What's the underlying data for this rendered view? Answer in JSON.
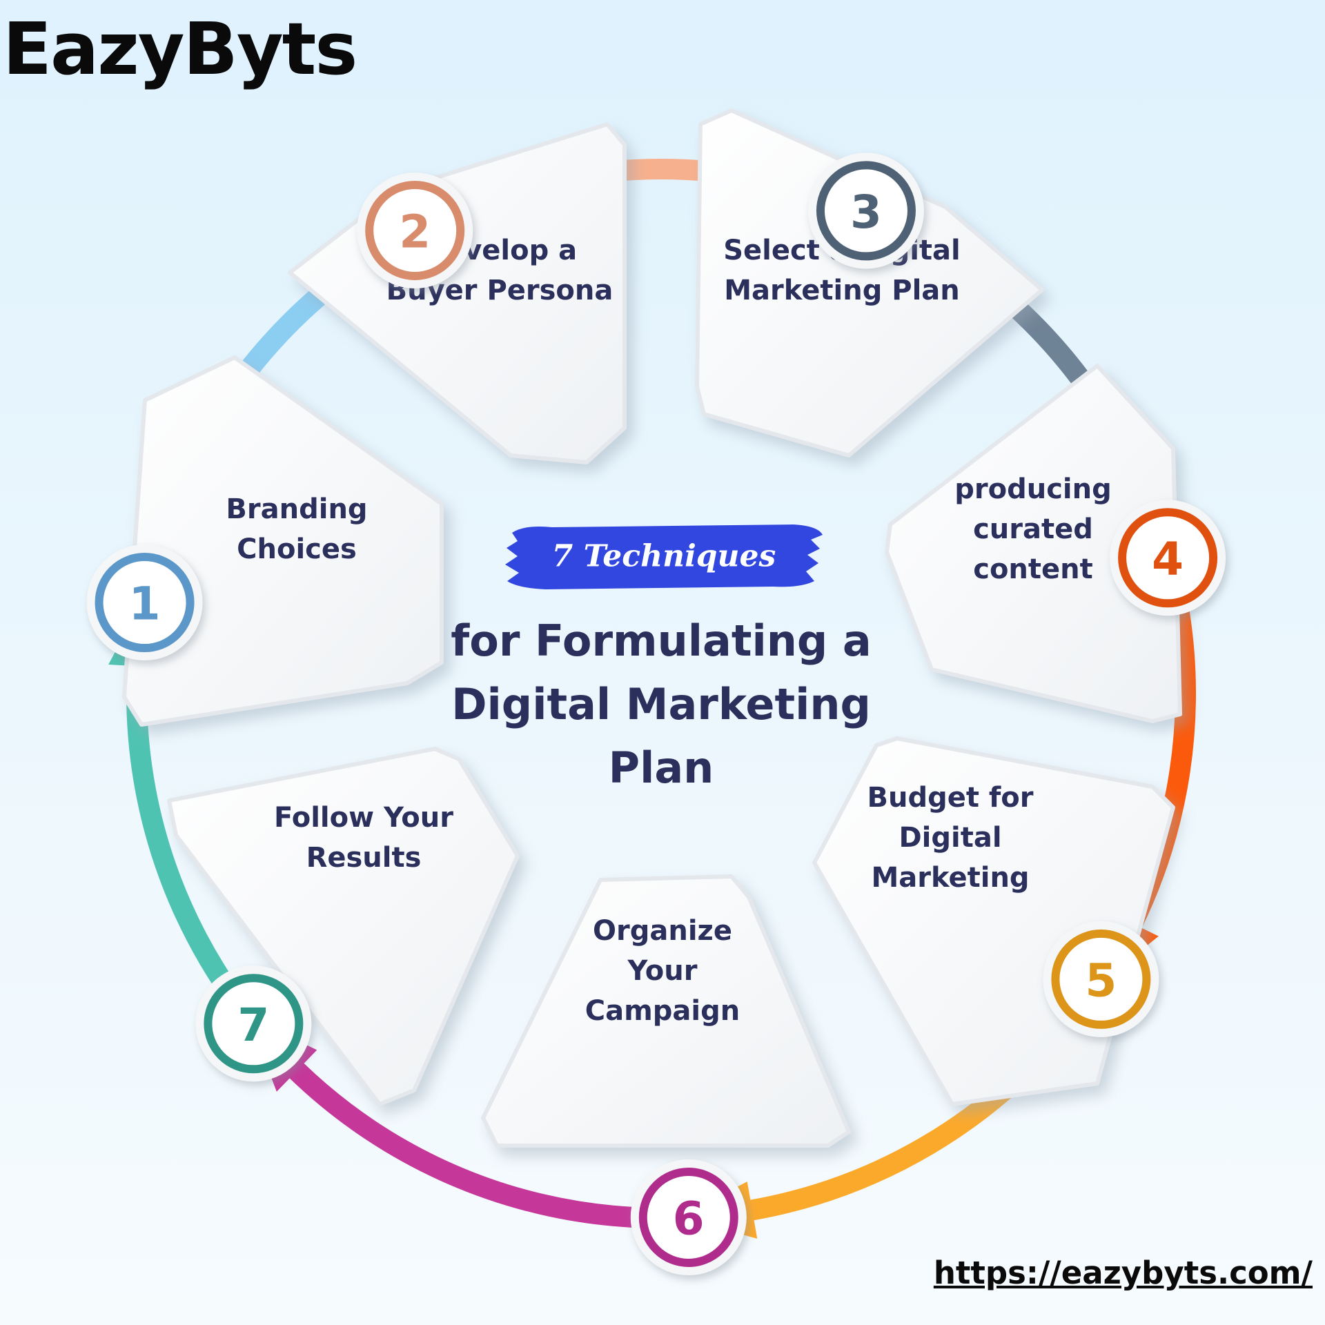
{
  "brand": "EazyByts",
  "url": "https://eazybyts.com/",
  "badge": "7 Techniques",
  "title_lines": [
    "for Formulating a",
    "Digital Marketing",
    "Plan"
  ],
  "steps": [
    {
      "number": "1",
      "label": [
        "Branding",
        "Choices"
      ],
      "color": "#5b97c9",
      "arrow_color": "#8ccdf2",
      "icon": "step-1-badge"
    },
    {
      "number": "2",
      "label": [
        "Develop a",
        "Buyer Persona"
      ],
      "color": "#d88c6c",
      "arrow_color": "#f7b08d",
      "icon": "step-2-badge"
    },
    {
      "number": "3",
      "label": [
        "Select a Digital",
        "Marketing Plan"
      ],
      "color": "#4f6275",
      "arrow_color": "#6f8396",
      "icon": "step-3-badge"
    },
    {
      "number": "4",
      "label": [
        "producing",
        "curated",
        "content"
      ],
      "color": "#e0510f",
      "arrow_color": "#fb5a0c",
      "icon": "step-4-badge"
    },
    {
      "number": "5",
      "label": [
        "Budget for",
        "Digital",
        "Marketing"
      ],
      "color": "#dc9419",
      "arrow_color": "#fba92b",
      "icon": "step-5-badge"
    },
    {
      "number": "6",
      "label": [
        "Organize",
        "Your",
        "Campaign"
      ],
      "color": "#b02c8c",
      "arrow_color": "#c5389a",
      "icon": "step-6-badge"
    },
    {
      "number": "7",
      "label": [
        "Follow Your",
        "Results"
      ],
      "color": "#2f9586",
      "arrow_color": "#4fc3b2",
      "icon": "step-7-badge"
    }
  ]
}
